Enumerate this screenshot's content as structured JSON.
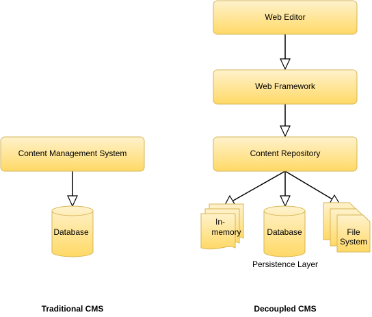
{
  "diagram": {
    "nodes": {
      "web_editor": "Web Editor",
      "web_framework": "Web Framework",
      "content_repository": "Content Repository",
      "cms": "Content Management System",
      "db_traditional": "Database",
      "in_memory_line1": "In-",
      "in_memory_line2": "memory",
      "db_decoupled": "Database",
      "file_system_line1": "File",
      "file_system_line2": "System"
    },
    "labels": {
      "persistence_layer": "Persistence Layer",
      "traditional_cms": "Traditional CMS",
      "decoupled_cms": "Decoupled CMS"
    },
    "edges": [
      {
        "from": "Web Editor",
        "to": "Web Framework"
      },
      {
        "from": "Web Framework",
        "to": "Content Repository"
      },
      {
        "from": "Content Management System",
        "to": "Database"
      },
      {
        "from": "Content Repository",
        "to": "In-memory"
      },
      {
        "from": "Content Repository",
        "to": "Database"
      },
      {
        "from": "Content Repository",
        "to": "File System"
      }
    ],
    "colors": {
      "fill_top": "#fff2cc",
      "fill_bottom": "#ffd966",
      "stroke": "#d6b656"
    }
  }
}
